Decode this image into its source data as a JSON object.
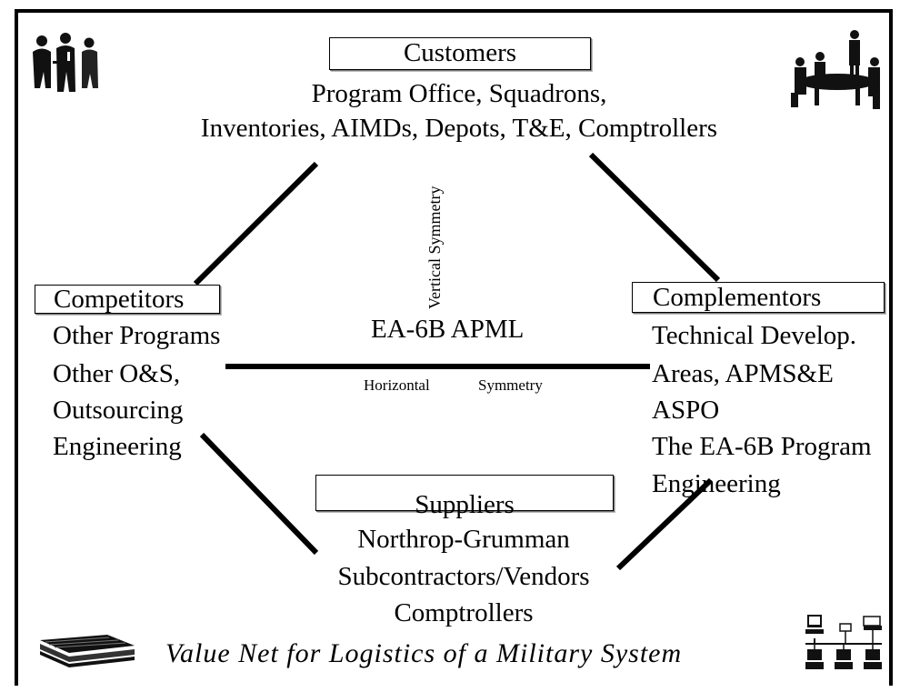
{
  "customers": {
    "title": "Customers",
    "line1": "Program Office, Squadrons,",
    "line2": "Inventories, AIMDs, Depots, T&E, Comptrollers"
  },
  "competitors": {
    "title": "Competitors",
    "lines": [
      "Other Programs",
      "Other O&S,",
      "Outsourcing",
      "Engineering"
    ]
  },
  "complementors": {
    "title": "Complementors",
    "lines": [
      "Technical Develop.",
      "Areas, APMS&E",
      "ASPO",
      "The EA-6B Program",
      "Engineering"
    ]
  },
  "suppliers": {
    "title": "Suppliers",
    "lines": [
      "Northrop-Grumman",
      "Subcontractors/Vendors",
      "Comptrollers"
    ]
  },
  "center": {
    "label": "EA-6B APML",
    "vertical_axis": "Vertical Symmetry",
    "horizontal_axis_left": "Horizontal",
    "horizontal_axis_right": "Symmetry"
  },
  "caption": "Value Net for Logistics of a Military System",
  "icons": [
    "business-people-icon",
    "meeting-table-icon",
    "document-stack-icon",
    "computer-network-icon"
  ]
}
